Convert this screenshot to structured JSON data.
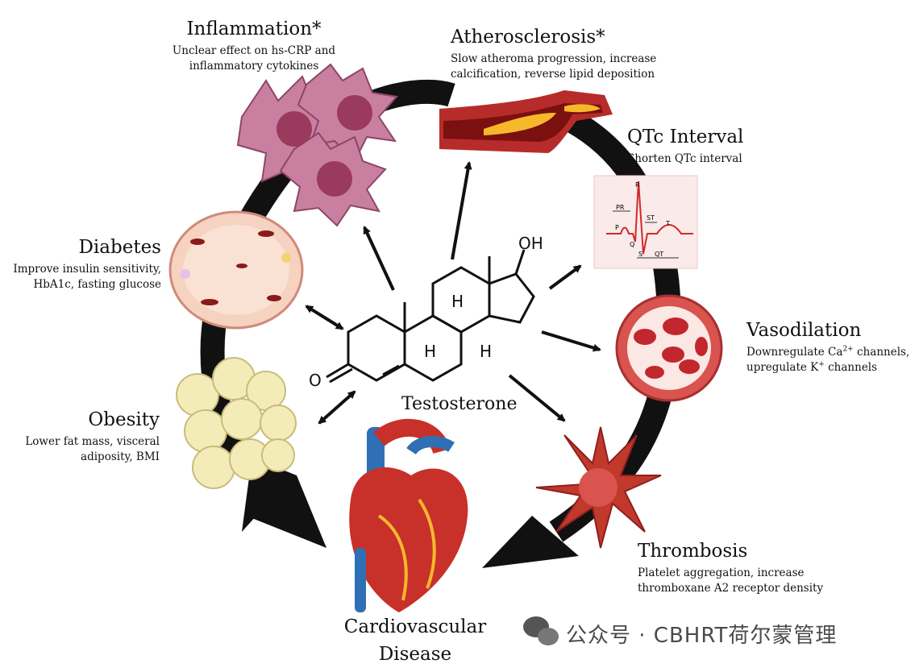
{
  "factors": {
    "inflammation": {
      "title": "Inflammation*",
      "desc1": "Unclear effect on hs-CRP and",
      "desc2": "inflammatory cytokines"
    },
    "atherosclerosis": {
      "title": "Atherosclerosis*",
      "desc1": "Slow atheroma progression, increase",
      "desc2": "calcification, reverse lipid deposition"
    },
    "qtc": {
      "title": "QTc Interval",
      "desc1": "Shorten QTc interval"
    },
    "vasodilation": {
      "title": "Vasodilation",
      "desc1_a": "Downregulate Ca",
      "desc1_sup": "2+",
      "desc1_b": " channels,",
      "desc2_a": "upregulate K",
      "desc2_sup": "+",
      "desc2_b": " channels"
    },
    "thrombosis": {
      "title": "Thrombosis",
      "desc1": "Platelet aggregation, increase",
      "desc2": "thromboxane A2 receptor density"
    },
    "diabetes": {
      "title": "Diabetes",
      "desc1": "Improve insulin sensitivity,",
      "desc2": "HbA1c, fasting glucose"
    },
    "obesity": {
      "title": "Obesity",
      "desc1": "Lower fat mass, visceral",
      "desc2": "adiposity, BMI"
    }
  },
  "center": {
    "label": "Testosterone",
    "oh": "OH",
    "o": "O",
    "h1": "H",
    "h2": "H",
    "h3": "H"
  },
  "outcome": {
    "line1": "Cardiovascular",
    "line2": "Disease"
  },
  "ecg": {
    "r": "R",
    "p": "P",
    "q": "Q",
    "s": "S",
    "t": "T",
    "pr": "PR",
    "st": "ST",
    "qt": "QT"
  },
  "watermark": "公众号 · CBHRT荷尔蒙管理",
  "colors": {
    "arrow": "#111111",
    "cell": "#c97fa0",
    "nucleus": "#9a3a5c",
    "vessel": "#b82b2b",
    "plaque": "#f5b82a",
    "fat": "#f4ecb8",
    "rbc": "#c2272d",
    "heart_red": "#c8302a",
    "heart_blue": "#2f6fb5",
    "ecg_line": "#d02a2a"
  }
}
